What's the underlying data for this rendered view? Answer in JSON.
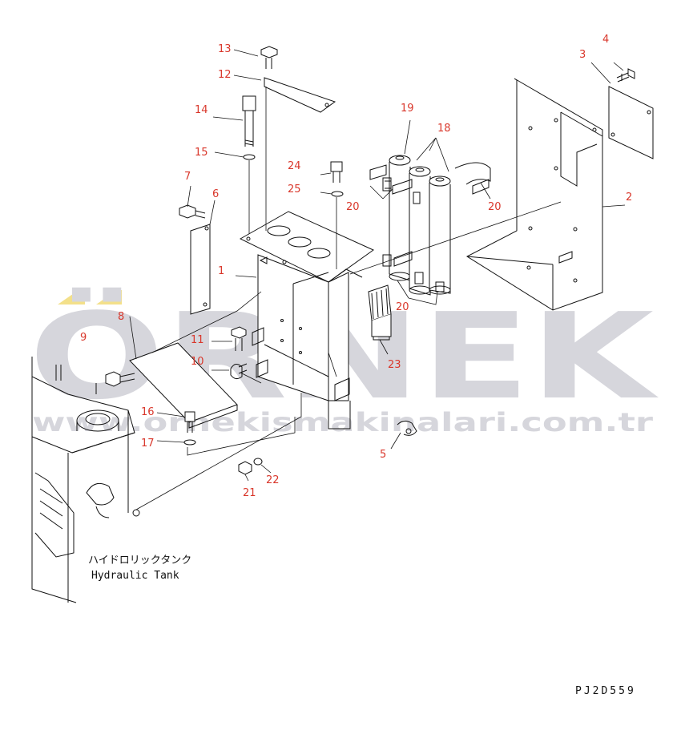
{
  "diagram": {
    "part_labels": [
      "1",
      "2",
      "3",
      "4",
      "5",
      "6",
      "7",
      "8",
      "9",
      "10",
      "11",
      "12",
      "13",
      "14",
      "15",
      "16",
      "17",
      "18",
      "19",
      "20",
      "20",
      "20",
      "21",
      "22",
      "23",
      "24",
      "25"
    ],
    "tank_caption_jp": "ハイドロリックタンク",
    "tank_caption_en": "Hydraulic Tank",
    "drawing_code": "PJ2D559"
  },
  "watermark": {
    "brand": "ÖRNEK",
    "url": "www.ornekismakinalari.com.tr",
    "colors": {
      "text": "#d6d6dc",
      "accent": "#f3e08a"
    }
  },
  "colors": {
    "labels": "#d9372b",
    "lines": "#111111"
  }
}
